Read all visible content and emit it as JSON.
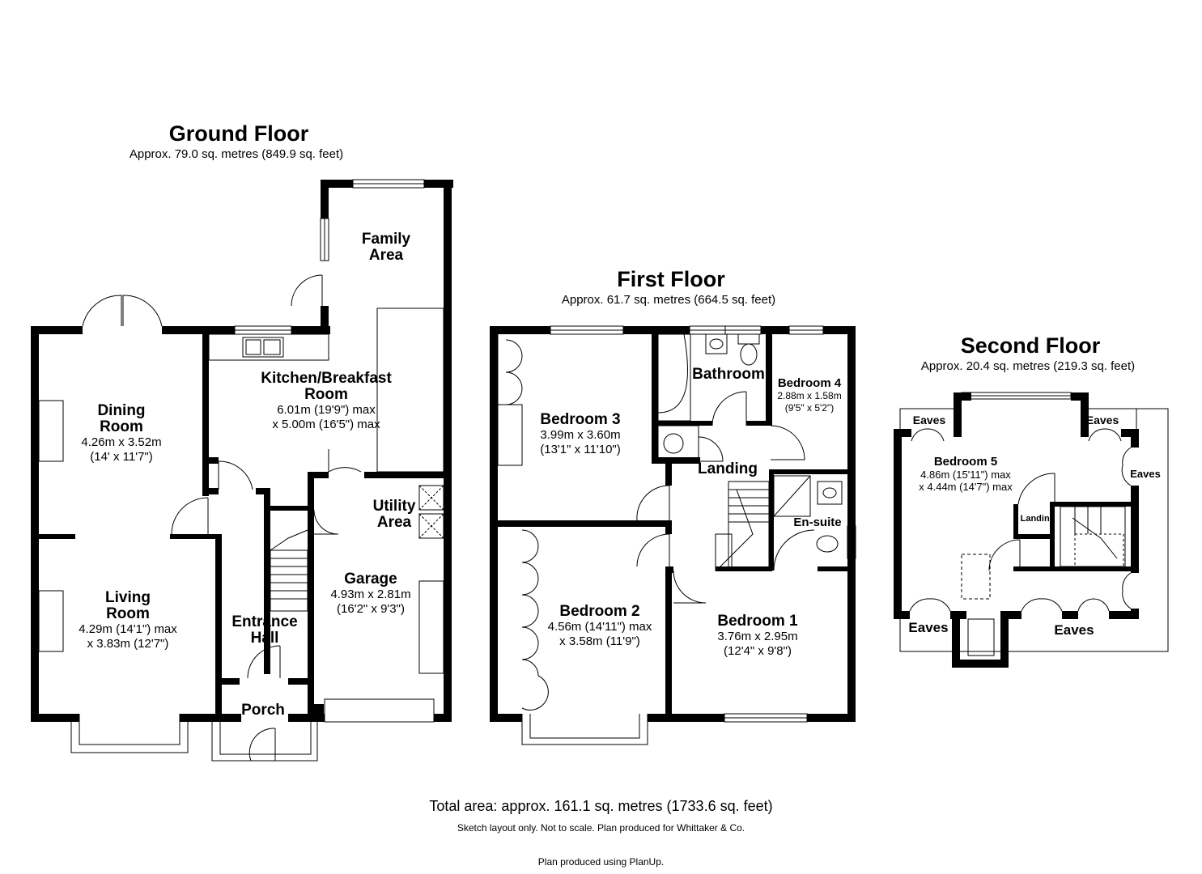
{
  "floors": {
    "ground": {
      "title": "Ground Floor",
      "area": "Approx. 79.0 sq. metres (849.9 sq. feet)",
      "rooms": {
        "dining": {
          "name": "Dining\nRoom",
          "dims": "4.26m x 3.52m\n(14' x 11'7\")"
        },
        "living": {
          "name": "Living\nRoom",
          "dims": "4.29m (14'1\") max\nx 3.83m (12'7\")"
        },
        "kitchen": {
          "name": "Kitchen/Breakfast\nRoom",
          "dims": "6.01m (19'9\") max\nx 5.00m (16'5\") max"
        },
        "family": {
          "name": "Family\nArea"
        },
        "utility": {
          "name": "Utility\nArea"
        },
        "garage": {
          "name": "Garage",
          "dims": "4.93m x 2.81m\n(16'2\" x 9'3\")"
        },
        "hall": {
          "name": "Entrance\nHall"
        },
        "porch": {
          "name": "Porch"
        }
      }
    },
    "first": {
      "title": "First Floor",
      "area": "Approx. 61.7 sq. metres (664.5 sq. feet)",
      "rooms": {
        "bed3": {
          "name": "Bedroom 3",
          "dims": "3.99m x 3.60m\n(13'1\" x 11'10\")"
        },
        "bathroom": {
          "name": "Bathroom"
        },
        "bed4": {
          "name": "Bedroom 4",
          "dims": "2.88m x 1.58m\n(9'5\" x 5'2\")"
        },
        "landing": {
          "name": "Landing"
        },
        "ensuite": {
          "name": "En-suite"
        },
        "bed2": {
          "name": "Bedroom 2",
          "dims": "4.56m (14'11\") max\nx 3.58m (11'9\")"
        },
        "bed1": {
          "name": "Bedroom 1",
          "dims": "3.76m x 2.95m\n(12'4\" x 9'8\")"
        }
      }
    },
    "second": {
      "title": "Second Floor",
      "area": "Approx. 20.4 sq. metres (219.3 sq. feet)",
      "rooms": {
        "bed5": {
          "name": "Bedroom 5",
          "dims": "4.86m (15'11\") max\nx 4.44m (14'7\") max"
        },
        "landing": {
          "name": "Landing"
        }
      },
      "eaves_label": "Eaves"
    }
  },
  "footer": {
    "total": "Total area: approx. 161.1 sq. metres (1733.6 sq. feet)",
    "note": "Sketch layout only. Not to scale. Plan produced for Whittaker & Co.",
    "credit": "Plan produced using PlanUp."
  }
}
